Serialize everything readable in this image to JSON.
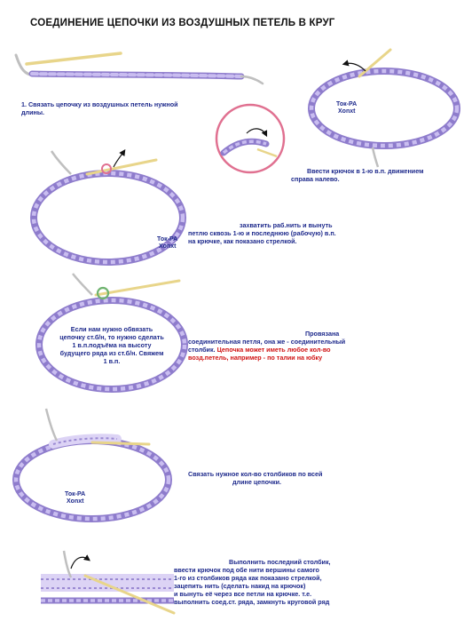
{
  "title": "СОЕДИНЕНИЕ ЦЕПОЧКИ ИЗ ВОЗДУШНЫХ ПЕТЕЛЬ В КРУГ",
  "colors": {
    "yarn": "#b7a6e6",
    "yarn_dark": "#7a68b8",
    "hook": "#e8d58a",
    "caption": "#1e2a8c",
    "highlight": "#d01515",
    "marker": "#e07090"
  },
  "steps": {
    "s1": {
      "lines": [
        "1. Связать цепочку из воздушных петель нужной",
        "длины."
      ]
    },
    "s2": {
      "lines": [
        "Ввести крючок в 1-ю в.п. движением",
        "справа налево."
      ]
    },
    "s3": {
      "lines": [
        "захватить раб.нить и вынуть",
        "петлю сквозь 1-ю и последнюю (рабочую) в.п.",
        "на крючке, как показано стрелкой."
      ]
    },
    "s4": {
      "lines": [
        "Провязана",
        "соединительная петля, она же - соединительный",
        "столбик."
      ],
      "highlight": [
        "Цепочка может иметь любое кол-во",
        "возд.петель, например - по талии на юбку"
      ]
    },
    "s5": {
      "lines": [
        "Если нам нужно обвязать",
        "цепочку ст.б/н, то нужно сделать",
        "1 в.п.подъёма на высоту",
        "будущего ряда из ст.б/н. Свяжем",
        "1 в.п."
      ]
    },
    "s6": {
      "lines": [
        "Связать нужное кол-во столбиков по всей",
        "длине цепочки."
      ]
    },
    "s7": {
      "lines": [
        "Выполнить последний столбик,",
        "ввести крючок под обе нити вершины самого",
        "1-го из столбиков ряда как показано стрелкой,",
        "зацепить нить (сделать накид на крючок)",
        "и вынуть её через все петли на крючке. т.е.",
        "выполнить соед.ст. ряда, замкнуть круговой ряд"
      ]
    }
  },
  "watermarks": {
    "w1": [
      "Ток-PA",
      "Xonxt"
    ],
    "w2": [
      "Ток-PA",
      "Xonxt"
    ],
    "w3": [
      "Ток-PA",
      "Xonxt"
    ]
  }
}
